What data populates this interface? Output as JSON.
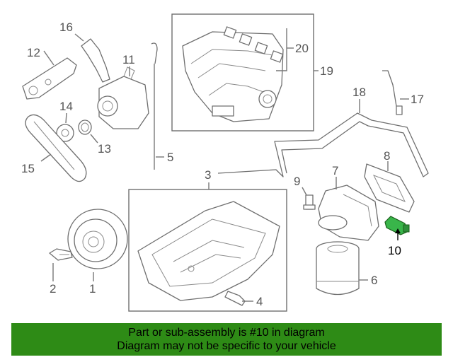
{
  "callouts": {
    "c1": "1",
    "c2": "2",
    "c3": "3",
    "c4": "4",
    "c5": "5",
    "c6": "6",
    "c7": "7",
    "c8": "8",
    "c9": "9",
    "c10": "10",
    "c11": "11",
    "c12": "12",
    "c13": "13",
    "c14": "14",
    "c15": "15",
    "c16": "16",
    "c17": "17",
    "c18": "18",
    "c19": "19",
    "c20": "20"
  },
  "highlight_part": "10",
  "colors": {
    "highlight_part": "#39b54a",
    "banner_bg": "#2e8b16",
    "line": "#777777"
  },
  "banner": {
    "line1": "Part or sub-assembly is #10 in diagram",
    "line2": "Diagram may not be specific to your vehicle"
  }
}
